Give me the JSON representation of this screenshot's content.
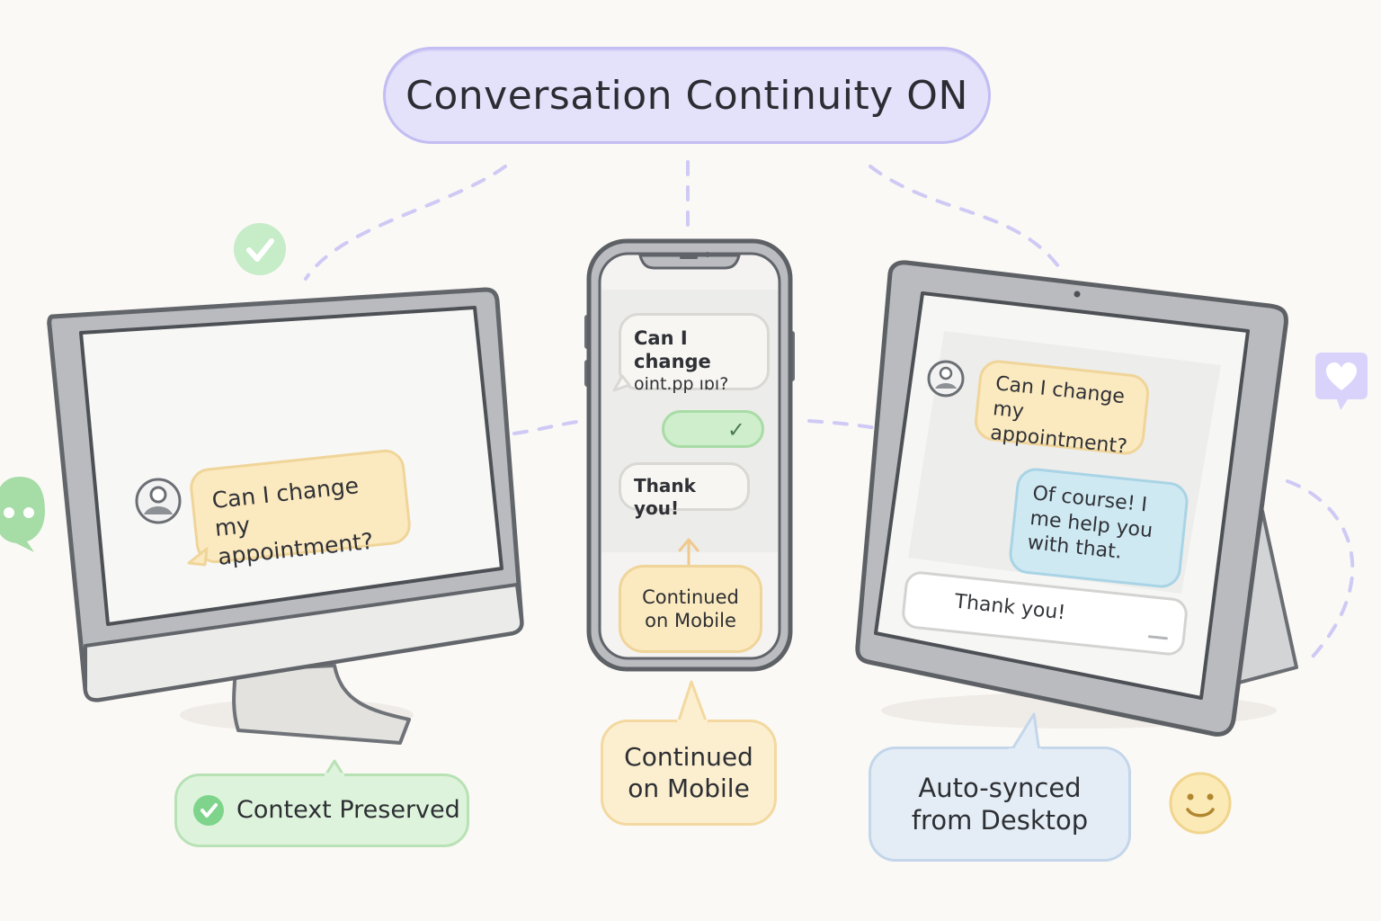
{
  "title": "Conversation Continuity ON",
  "desktop": {
    "message": "Can I change my appointment?"
  },
  "mobile": {
    "message_line1": "Can I change",
    "message_line2": "oint.pp ıɒı?",
    "reply_check": "✓",
    "thank_you": "Thank you!",
    "status": "Continued on Mobile"
  },
  "tablet": {
    "message": "Can I change my appointment?",
    "reply": "Of course! I me help you with that.",
    "input_text": "Thank you!"
  },
  "labels": {
    "context_preserved": "Context Preserved",
    "continued_on_mobile": "Continued on Mobile",
    "auto_synced": "Auto-synced from Desktop"
  },
  "colors": {
    "accent_purple": "#c2bdf2",
    "bubble_yellow": "#fbe9bf",
    "bubble_green": "#cfeecc",
    "bubble_blue": "#cfe9f3",
    "check_green": "#7ed48a"
  }
}
